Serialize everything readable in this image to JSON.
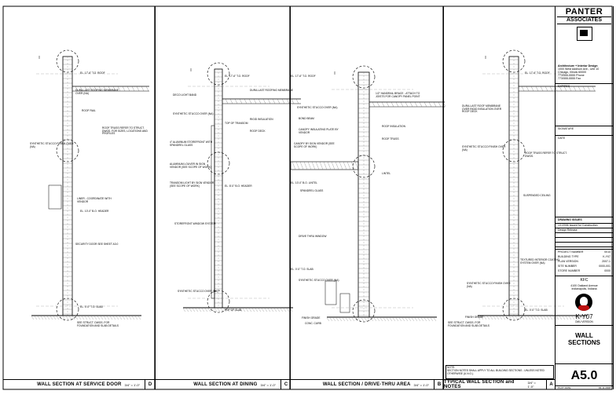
{
  "firm": {
    "name_line1": "PANTER",
    "name_line2": "ASSOCIATES",
    "discipline": "Architecture + Interior Design",
    "address_line1": "1000 West Addison Ave., Unit 10",
    "address_line2": "Chicago, Illinois 60000",
    "phone": "773/555-5555 Phone",
    "fax": "773/555-5555 Fax"
  },
  "title_block": {
    "seal_label": "EXPIRES",
    "signature_label": "SIGNATURE",
    "date_label": "DATE",
    "revisions_label": "DRAWING ISSUES",
    "issue1": "1/1/2006  Issued for Construction",
    "issue2": "Design Release",
    "project_number_label": "PROJECT NUMBER",
    "project_number": "0014",
    "building_type_label": "BUILDING TYPE",
    "building_type": "K-Y07",
    "plan_version_label": "PLAN VERSION",
    "plan_version": "2007-1",
    "site_number_label": "SITE NUMBER",
    "site_number": "0000-001",
    "store_number_label": "STORE NUMBER",
    "store_number": "0000",
    "client": "KFC",
    "client_address": "4100 Oakland Avenue",
    "client_city": "Indianapolis, Indiana",
    "prototype": "K-Y07",
    "prototype_sub": "DMU VERSION",
    "sheet_title_1": "WALL",
    "sheet_title_2": "SECTIONS",
    "sheet_number": "A5.0",
    "plot_date_label": "PLOT DATE",
    "plot_date": "03-11-2008"
  },
  "panels": [
    {
      "title": "WALL SECTION AT SERVICE DOOR",
      "scale": "3/4\" = 1'-0\"",
      "letter": "D",
      "notes": [
        "DURA-LAST ROOFING MEMBRANE OVER (NA)",
        "ROOF RAIL",
        "ROOF TRUSS REFER TO STRUCT. DWGS. FOR SIZES, LOCATIONS AND PROFILES",
        "SYNTHETIC STUCCO FINISH OVER (NA)",
        "LINER - COORDINATE WITH VENDOR",
        "SECURITY DOOR SEE SHEET A3.0",
        "SEE STRUCT. DWGS. FOR FOUNDATION AND SLAB DETAILS"
      ],
      "levels": [
        "EL. 17'-6\" T.O. ROOF",
        "EL. 10'-0\" B.O. HEADER",
        "EL. 0'-0\" T.O. SLAB"
      ]
    },
    {
      "title": "WALL SECTION AT DINING",
      "scale": "3/4\" = 1'-0\"",
      "letter": "C",
      "notes": [
        "DECO LIGHT BAND",
        "SYNTHETIC STUCCO OVER (NA)",
        "DURA-LAST ROOFING MEMBRANE",
        "RIGID INSULATION",
        "ROOF DECK",
        "4\" ALUMINUM STOREFRONT WITH SPANDREL GLASS",
        "ALUMINUM LOUVER IN SIGN VENDOR (SEE SCOPE OF WORK)",
        "TRANSOM LIGHT BY SIGN VENDOR (SEE SCOPE OF WORK)",
        "STOREFRONT WINDOW SYSTEM",
        "SYNTHETIC STUCCO OVER (NA)"
      ],
      "levels": [
        "EL. 17'-6\" T.O. ROOF",
        "TOP OF TRANSOM",
        "EL. 8'-0\" B.O. HEADER",
        "TOP OF SLAB"
      ]
    },
    {
      "title": "WALL SECTION / DRIVE-THRU AREA",
      "scale": "3/4\" = 1'-0\"",
      "letter": "B",
      "notes": [
        "1/2\" HANDRAIL BRACE - ATTACH TO JOISTS FOR CANOPY PANEL POINT",
        "SYNTHETIC STUCCO OVER (NA)",
        "BOND BEAM",
        "CANOPY INSULATING PLATE BY VENDOR",
        "ROOF INSULATION",
        "ROOF TRUSS",
        "CANOPY BY SIGN VENDOR (SEE SCOPE OF WORK)",
        "LINTEL",
        "SPANDREL GLASS",
        "DRIVE THRU WINDOW",
        "SYNTHETIC STUCCO OVER (NA)",
        "FINISH GRADE",
        "CONC. CURB"
      ],
      "levels": [
        "EL. 17'-6\" T.O. ROOF",
        "EL. 10'-0\" B.O. LINTEL",
        "EL. 0'-0\" T.O. SLAB"
      ]
    },
    {
      "title": "TYPICAL WALL SECTION and NOTES",
      "scale": "3/4\" = 1'-0\"",
      "letter": "A",
      "notes": [
        "DURA-LAST ROOF MEMBRANE OVER RIGID INSULATION OVER ROOF DECK",
        "SYNTHETIC STUCCO FINISH OVER (NA)",
        "ROOF TRUSS REFER TO STRUCT. DWGS.",
        "SUSPENDED CEILING",
        "TEXTURED INTERIOR COATING SYSTEM OVER (NA)",
        "SYNTHETIC STUCCO FINISH OVER (NA)",
        "FINISH GRADE",
        "SEE STRUCT. DWGS. FOR FOUNDATION AND SLAB DETAILS"
      ],
      "levels": [
        "EL. 17'-6\" T.O. ROOF",
        "EL. 0'-0\" T.O. SLAB"
      ],
      "general_note_title": "NOTE:",
      "general_note": "SECTION NOTES SHALL APPLY TO ALL BUILDING SECTIONS - UNLESS NOTED OTHERWISE (U.N.O.)."
    }
  ]
}
